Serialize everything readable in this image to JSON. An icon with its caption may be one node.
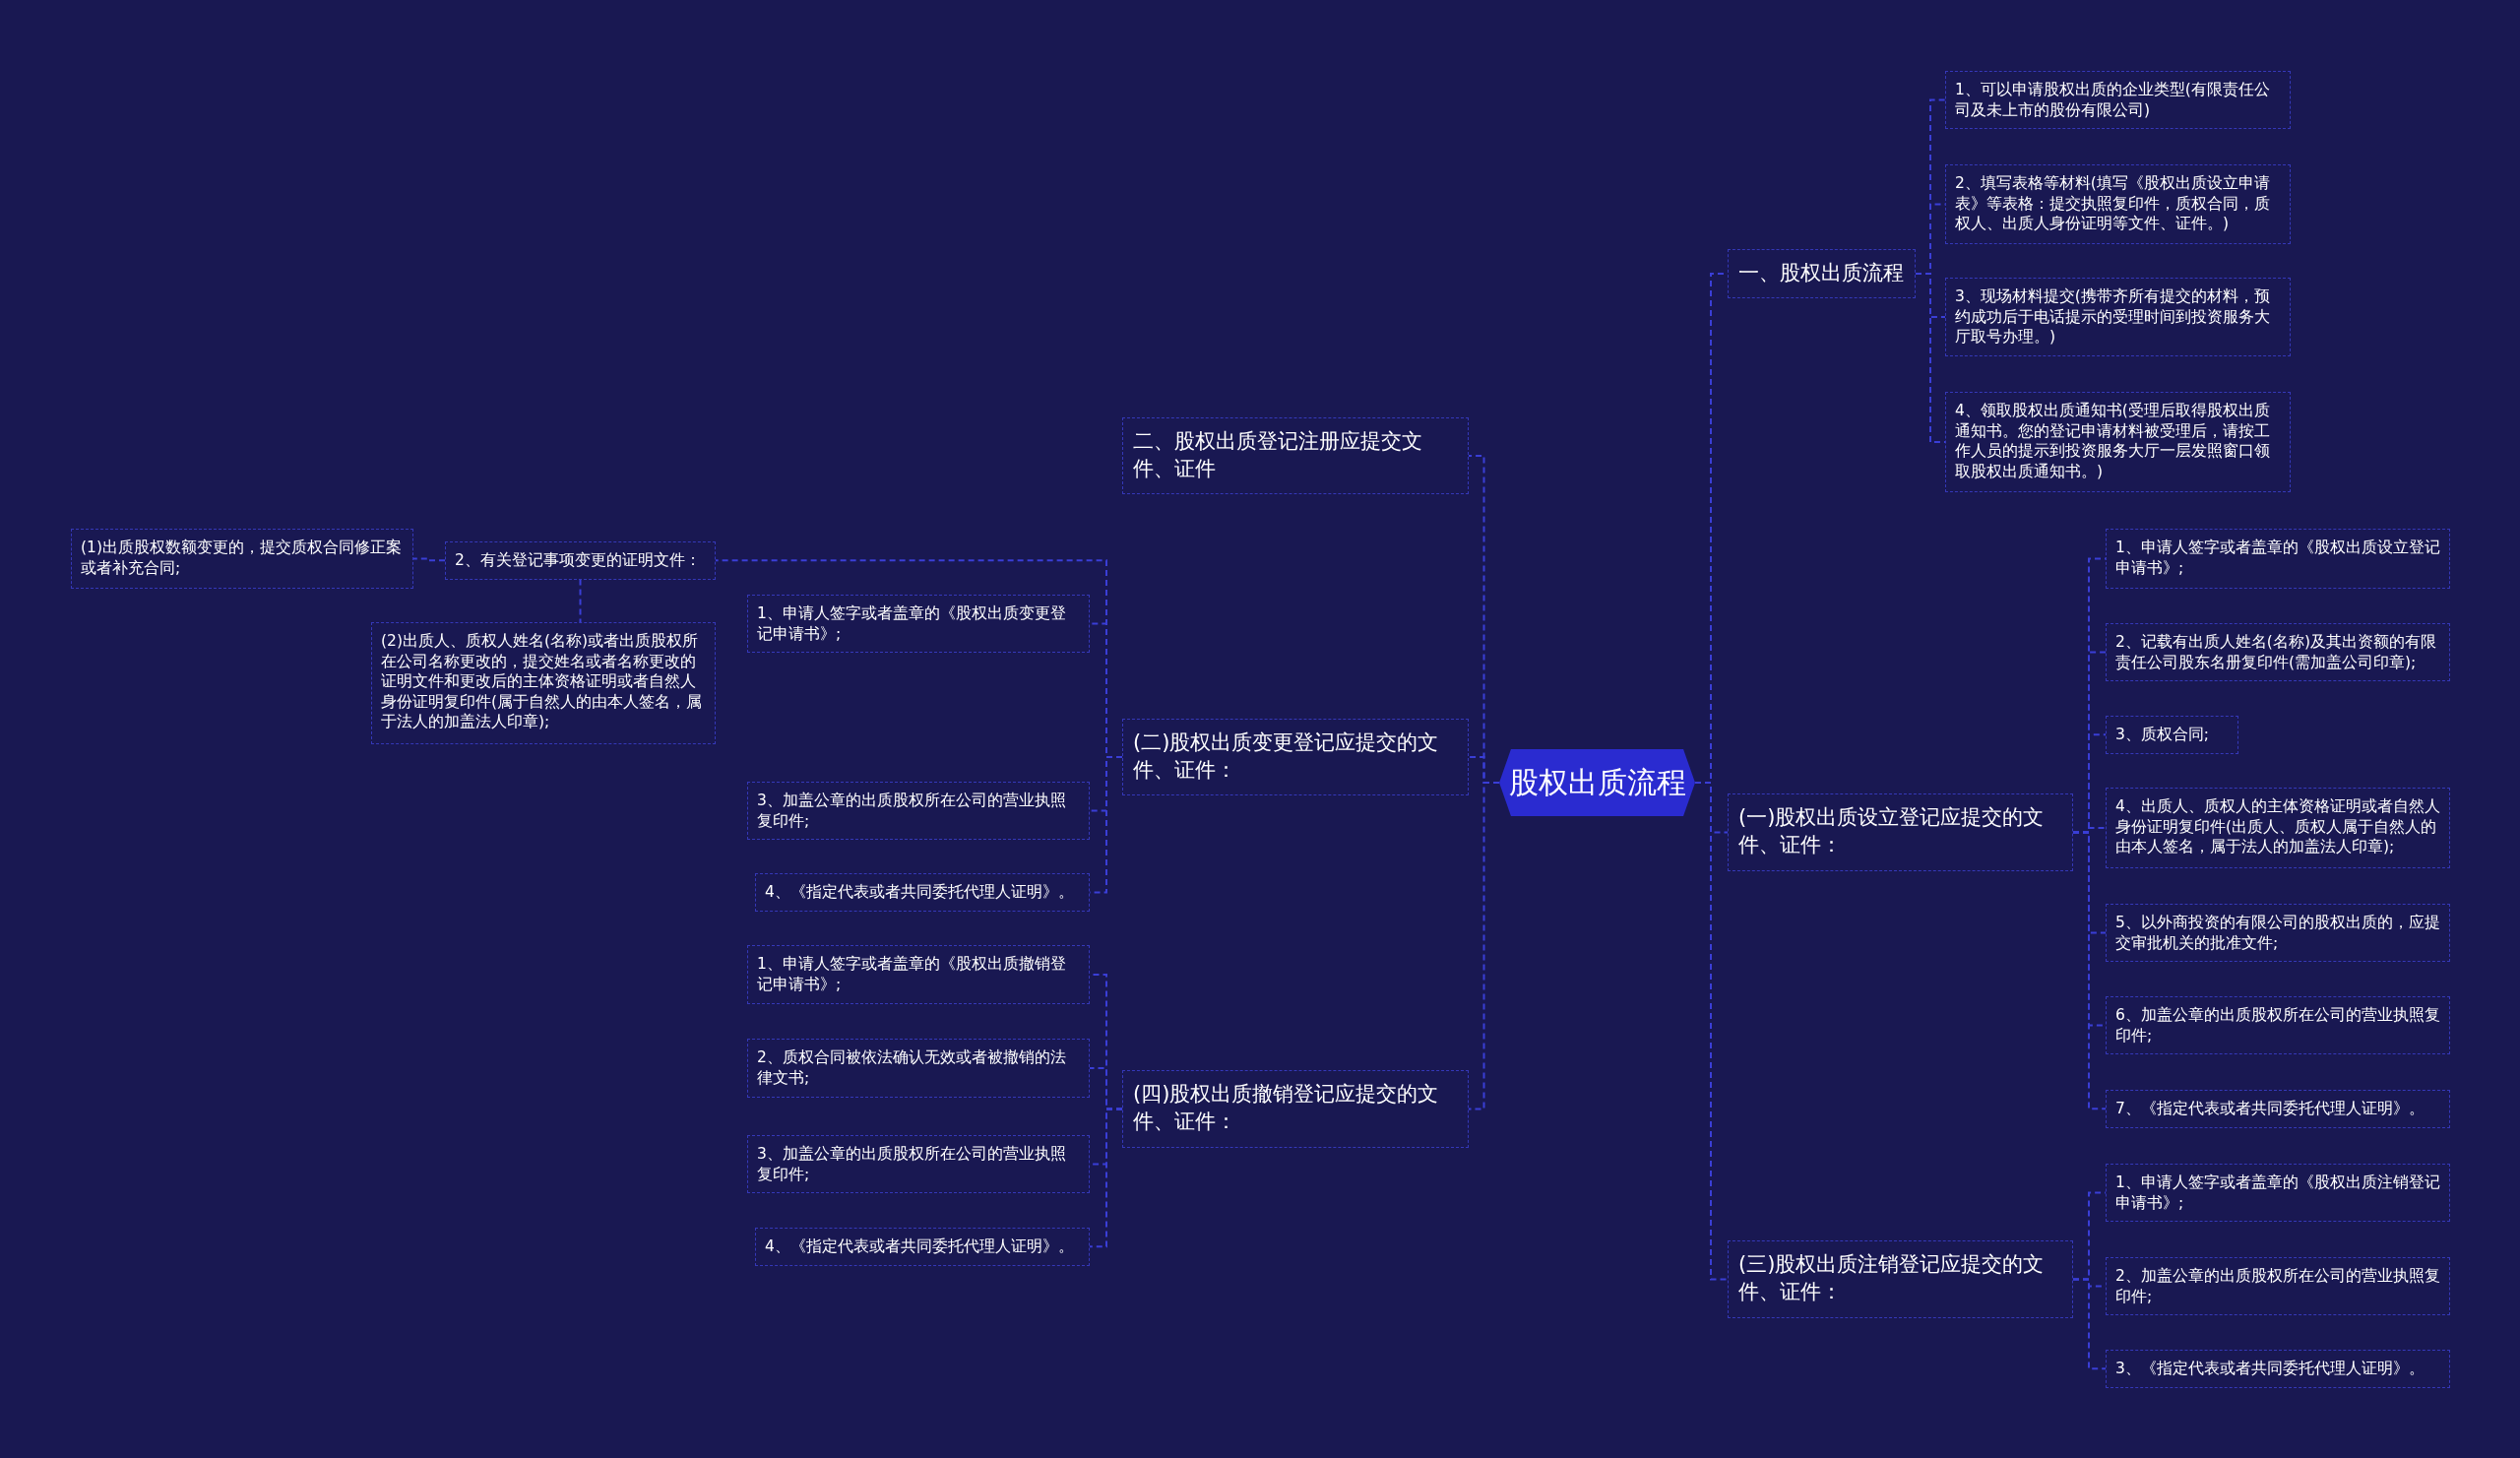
{
  "diagram": {
    "nodes": [
      {
        "text": [
          "股权出质流程"
        ]
      },
      {
        "text": [
          "一、股权出质流程"
        ]
      },
      {
        "text": [
          "1、可以申请股权出质的企业类型(有限责任公司及未上市的股份有限公司)"
        ]
      },
      {
        "text": [
          "2、填写表格等材料(填写《股权出质设立申请表》等表格：提交执照复印件，质权合同，质权人、出质人身份证明等文件、证件。)"
        ]
      },
      {
        "text": [
          "3、现场材料提交(携带齐所有提交的材料，预约成功后于电话提示的受理时间到投资服务大厅取号办理。)"
        ]
      },
      {
        "text": [
          "4、领取股权出质通知书(受理后取得股权出质通知书。您的登记申请材料被受理后，请按工作人员的提示到投资服务大厅一层发照窗口领取股权出质通知书。)"
        ]
      },
      {
        "text": [
          "(一)股权出质设立登记应提交的文件、证件："
        ]
      },
      {
        "text": [
          "1、申请人签字或者盖章的《股权出质设立登记申请书》;"
        ]
      },
      {
        "text": [
          "2、记载有出质人姓名(名称)及其出资额的有限责任公司股东名册复印件(需加盖公司印章);"
        ]
      },
      {
        "text": [
          "3、质权合同;"
        ]
      },
      {
        "text": [
          "4、出质人、质权人的主体资格证明或者自然人身份证明复印件(出质人、质权人属于自然人的由本人签名，属于法人的加盖法人印章);"
        ]
      },
      {
        "text": [
          "5、以外商投资的有限公司的股权出质的，应提交审批机关的批准文件;"
        ]
      },
      {
        "text": [
          "6、加盖公章的出质股权所在公司的营业执照复印件;"
        ]
      },
      {
        "text": [
          "7、《指定代表或者共同委托代理人证明》。"
        ]
      },
      {
        "text": [
          "(三)股权出质注销登记应提交的文件、证件："
        ]
      },
      {
        "text": [
          "1、申请人签字或者盖章的《股权出质注销登记申请书》;"
        ]
      },
      {
        "text": [
          "2、加盖公章的出质股权所在公司的营业执照复印件;"
        ]
      },
      {
        "text": [
          "3、《指定代表或者共同委托代理人证明》。"
        ]
      },
      {
        "text": [
          "二、股权出质登记注册应提交文件、证件"
        ]
      },
      {
        "text": [
          "(二)股权出质变更登记应提交的文件、证件："
        ]
      },
      {
        "text": [
          "1、申请人签字或者盖章的《股权出质变更登记申请书》;"
        ]
      },
      {
        "text": [
          "2、有关登记事项变更的证明文件："
        ]
      },
      {
        "text": [
          "(1)出质股权数额变更的，提交质权合同修正案或者补充合同;"
        ]
      },
      {
        "text": [
          "(2)出质人、质权人姓名(名称)或者出质股权所在公司名称更改的，提交姓名或者名称更改的证明文件和更改后的主体资格证明或者自然人身份证明复印件(属于自然人的由本人签名，属于法人的加盖法人印章);"
        ]
      },
      {
        "text": [
          "3、加盖公章的出质股权所在公司的营业执照复印件;"
        ]
      },
      {
        "text": [
          "4、《指定代表或者共同委托代理人证明》。"
        ]
      },
      {
        "text": [
          "(四)股权出质撤销登记应提交的文件、证件："
        ]
      },
      {
        "text": [
          "1、申请人签字或者盖章的《股权出质撤销登记申请书》;"
        ]
      },
      {
        "text": [
          "2、质权合同被依法确认无效或者被撤销的法律文书;"
        ]
      },
      {
        "text": [
          "3、加盖公章的出质股权所在公司的营业执照复印件;"
        ]
      },
      {
        "text": [
          "4、《指定代表或者共同委托代理人证明》。"
        ]
      }
    ],
    "edges": [
      {
        "from": 0,
        "to": 1,
        "arrow": "none"
      },
      {
        "from": 1,
        "to": 2,
        "arrow": "none"
      },
      {
        "from": 1,
        "to": 3,
        "arrow": "none"
      },
      {
        "from": 1,
        "to": 4,
        "arrow": "none"
      },
      {
        "from": 1,
        "to": 5,
        "arrow": "none"
      },
      {
        "from": 0,
        "to": 6,
        "arrow": "none"
      },
      {
        "from": 6,
        "to": 7,
        "arrow": "none"
      },
      {
        "from": 6,
        "to": 8,
        "arrow": "none"
      },
      {
        "from": 6,
        "to": 9,
        "arrow": "none"
      },
      {
        "from": 6,
        "to": 10,
        "arrow": "none"
      },
      {
        "from": 6,
        "to": 11,
        "arrow": "none"
      },
      {
        "from": 6,
        "to": 12,
        "arrow": "none"
      },
      {
        "from": 6,
        "to": 13,
        "arrow": "none"
      },
      {
        "from": 0,
        "to": 14,
        "arrow": "none"
      },
      {
        "from": 14,
        "to": 15,
        "arrow": "none"
      },
      {
        "from": 14,
        "to": 16,
        "arrow": "none"
      },
      {
        "from": 14,
        "to": 17,
        "arrow": "none"
      },
      {
        "from": 0,
        "to": 18,
        "arrow": "none"
      },
      {
        "from": 0,
        "to": 19,
        "arrow": "none"
      },
      {
        "from": 19,
        "to": 20,
        "arrow": "none"
      },
      {
        "from": 19,
        "to": 21,
        "arrow": "none"
      },
      {
        "from": 21,
        "to": 22,
        "arrow": "none"
      },
      {
        "from": 21,
        "to": 23,
        "arrow": "none"
      },
      {
        "from": 19,
        "to": 24,
        "arrow": "none"
      },
      {
        "from": 19,
        "to": 25,
        "arrow": "none"
      },
      {
        "from": 0,
        "to": 26,
        "arrow": "none"
      },
      {
        "from": 26,
        "to": 27,
        "arrow": "none"
      },
      {
        "from": 26,
        "to": 28,
        "arrow": "none"
      },
      {
        "from": 26,
        "to": 29,
        "arrow": "none"
      },
      {
        "from": 26,
        "to": 30,
        "arrow": "none"
      }
    ]
  }
}
